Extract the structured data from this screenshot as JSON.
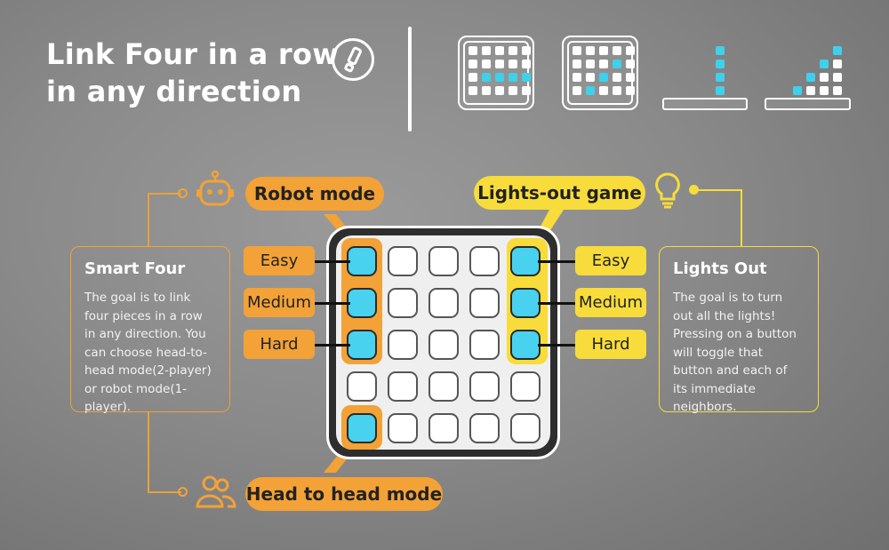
{
  "headline": {
    "line1": "Link Four in a row",
    "line2": "in any direction"
  },
  "modes": {
    "robot": "Robot mode",
    "lights_out_game": "Lights-out game",
    "head_to_head": "Head to head mode"
  },
  "levels": {
    "easy": "Easy",
    "medium": "Medium",
    "hard": "Hard"
  },
  "smart_four": {
    "title": "Smart Four",
    "body": "The goal is to link four pieces in a row in any direction. You can choose head-to-head mode(2-player) or robot mode(1-player)."
  },
  "lights_out": {
    "title": "Lights Out",
    "body": "The goal is to turn out all the lights! Pressing on a button will toggle that button and each of its immediate neighbors."
  },
  "icons": {
    "headline": "exclamation-circle-icon",
    "robot": "robot-icon",
    "bulb": "lightbulb-icon",
    "people": "two-people-icon"
  },
  "colors": {
    "orange": "#f3a237",
    "yellow": "#f7dc3b",
    "cyan": "#48d2ef",
    "board": "#2e2e2e"
  }
}
